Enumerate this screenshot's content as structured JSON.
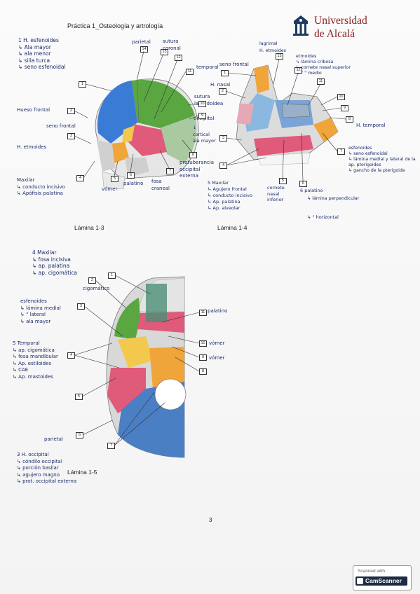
{
  "header": {
    "title": "Práctica 1_Osteología y artrología",
    "university": [
      "Universidad",
      "de Alcalá"
    ]
  },
  "lamina_1_3": {
    "caption": "Lámina 1-3",
    "left_notes": [
      "1 H. esfenoides",
      "↳ Ala mayor",
      "↳ ala menor",
      "↳ silla turca",
      "↳ seno esfenoidal"
    ],
    "hueso_frontal": "Hueso frontal",
    "seno_frontal": "seno frontal",
    "etmoides": "H. etmoides",
    "parietal": "parietal",
    "sutura_coronal": "sutura\ncoronal",
    "temporal": "temporal",
    "sutura_lambdoidea": "sutura\nlambdoidea",
    "occipital": "occipital",
    "cortical_ala_mayor": "↓\ncortical\nala mayor",
    "protuberancia": "protuberancia\noccipital\nexterna",
    "fosa_craneal": "fosa\ncraneal",
    "palatino": "palatino",
    "vomer": "vómer",
    "maxilar_notes": [
      "Maxilar",
      "↳ conducto incisivo",
      "↳ Apófisis palatina"
    ],
    "numbers": [
      "1",
      "2",
      "3",
      "4",
      "5",
      "6",
      "7",
      "8",
      "9",
      "10",
      "11",
      "12",
      "13",
      "14"
    ]
  },
  "lamina_1_4": {
    "caption": "Lámina 1-4",
    "lagrimal": "lagrimal\nH. etmoides",
    "etmoides_notes": [
      "etmoides",
      "↳ lámina cribosa",
      "↳ cornete nasal superior",
      "↳   \"        \"   medio"
    ],
    "seno_frontal": "seno frontal",
    "nasal": "H. nasal",
    "temporal": "H. temporal",
    "maxilar_notes": [
      "5 Maxilar",
      "↳ Agujero frontal",
      "↳ conducto incisivo",
      "↳ Ap. palatina",
      "↳ Ap. alveolar"
    ],
    "cornete": "cornete\nnasal\ninferior",
    "palatino": "6 palatino",
    "lamina_perpendicular": "↳ lámina perpendicular",
    "horizontal": "↳  \"    horizontal",
    "esfenoides_notes": [
      "esfenoides",
      "↳ seno esfenoidal",
      "↳ lámina medial y lateral de la ap. pterigoides",
      "↳ gancho de la pterigoide"
    ],
    "numbers": [
      "1",
      "2",
      "3",
      "4",
      "5",
      "6",
      "7",
      "8",
      "9",
      "10",
      "11",
      "12",
      "13"
    ]
  },
  "lamina_1_5": {
    "caption": "Lámina 1-5",
    "maxilar_notes": [
      "4 Maxilar",
      "↳ fosa incisiva",
      "↳ ap. palatina",
      "↳ ap. cigomática"
    ],
    "cigomatico": "cigomático",
    "esfenoides_notes": [
      "esfenoides",
      "↳ lámina medial",
      "↳   \"   lateral",
      "↳ ala mayor"
    ],
    "temporal_notes": [
      "5 Temporal",
      "↳ ap. cigomática",
      "↳ fosa mandibular",
      "↳ Ap. estiloides",
      "↳ CAE",
      "↳ Ap. mastoides"
    ],
    "palatino": "palatino",
    "vomer": "vómer",
    "parietal": "parietal",
    "occipital_notes": [
      "3 H. occipital",
      "↳ cóndilo occipital",
      "↳ porción basilar",
      "↳ agujero magno",
      "↳ prot. occipital externa"
    ],
    "numbers": [
      "1",
      "2",
      "3",
      "4",
      "5",
      "6",
      "7",
      "8",
      "9",
      "10",
      "11"
    ]
  },
  "page_number": "3",
  "scanner": {
    "top": "Scanned with",
    "brand": "CamScanner"
  },
  "colors": {
    "ink": "#1b2a6b",
    "frontal": "#3a7bd5",
    "parietal": "#5aa640",
    "temporal": "#f0a53a",
    "sphenoid": "#e05a7a",
    "occipital": "#4a7fc4",
    "maxilla": "#d8d8d8"
  }
}
